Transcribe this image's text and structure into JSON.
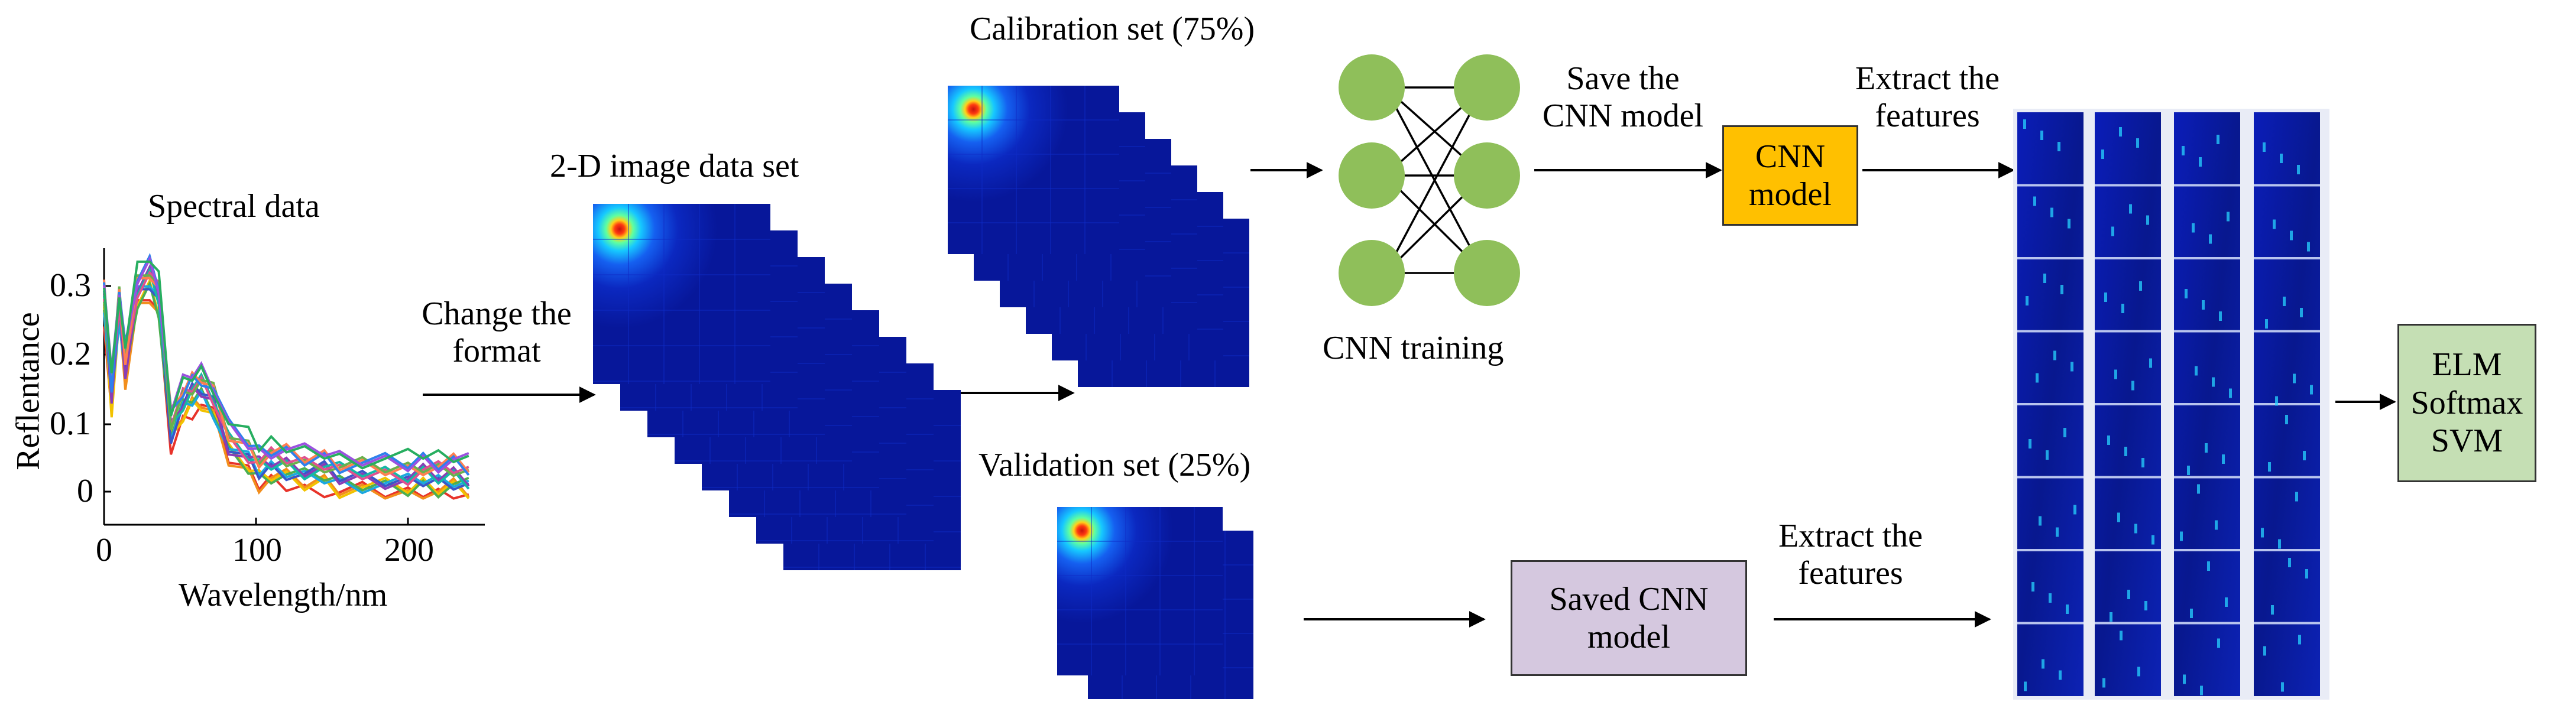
{
  "spectral": {
    "title": "Spectral data",
    "ylabel": "Reflentance",
    "xlabel": "Wavelength/nm",
    "x_ticks": [
      "0",
      "100",
      "200"
    ],
    "y_ticks": [
      "0",
      "0.1",
      "0.2",
      "0.3"
    ]
  },
  "steps": {
    "change_format_line1": "Change the",
    "change_format_line2": "format",
    "image_set": "2-D  image data set",
    "calibration": "Calibration set (75%)",
    "validation": "Validation set (25%)",
    "cnn_training": "CNN training",
    "save_line1": "Save the",
    "save_line2": "CNN model",
    "extract_top_line1": "Extract the",
    "extract_top_line2": "features",
    "extract_bottom_line1": "Extract the",
    "extract_bottom_line2": "features"
  },
  "boxes": {
    "cnn_model_line1": "CNN",
    "cnn_model_line2": "model",
    "saved_model_line1": "Saved CNN",
    "saved_model_line2": "model",
    "classifiers": [
      "ELM",
      "Softmax",
      "SVM"
    ]
  },
  "colors": {
    "cnn_model_fill": "#ffc000",
    "saved_model_fill": "#d5c8df",
    "classifier_fill": "#c5dfb4",
    "node_fill": "#8fbf5a",
    "map_blue": "#0a1aa8"
  }
}
